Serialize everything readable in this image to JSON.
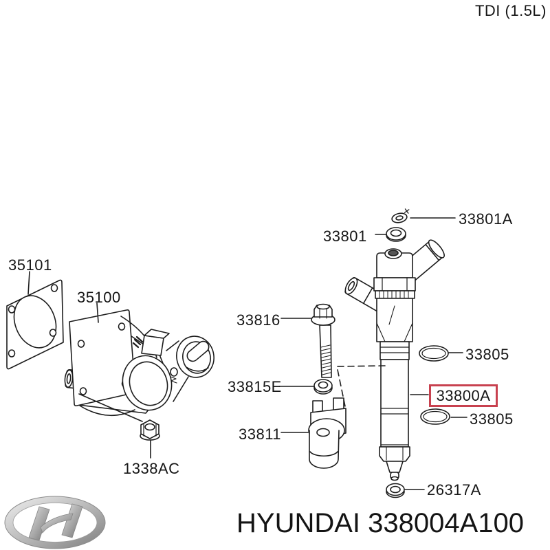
{
  "title": "TDI (1.5L)",
  "footer": {
    "logo": "hyundai-logo",
    "text": "HYUNDAI 338004A100"
  },
  "colors": {
    "highlight_box": "#c8414f",
    "line_art": "#1c1c1c",
    "background": "#ffffff"
  },
  "part_labels": {
    "p35101": "35101",
    "p35100": "35100",
    "p1338ac": "1338AC",
    "p33816": "33816",
    "p33815e": "33815E",
    "p33811": "33811",
    "p33801a": "33801A",
    "p33801": "33801",
    "p33805_upper": "33805",
    "p33800a": "33800A",
    "p33805_lower": "33805",
    "p26317a": "26317A"
  },
  "parts": [
    {
      "number": "35101",
      "name": "throttle-body-gasket"
    },
    {
      "number": "35100",
      "name": "throttle-body"
    },
    {
      "number": "1338AC",
      "name": "flange-nut"
    },
    {
      "number": "33816",
      "name": "clamp-bolt"
    },
    {
      "number": "33815E",
      "name": "clamp-washer"
    },
    {
      "number": "33811",
      "name": "injector-clamp-bracket"
    },
    {
      "number": "33801A",
      "name": "injector-retainer-clip"
    },
    {
      "number": "33801",
      "name": "injector-seal-ring"
    },
    {
      "number": "33805",
      "name": "o-ring-upper"
    },
    {
      "number": "33800A",
      "name": "fuel-injector-assembly",
      "highlighted": true
    },
    {
      "number": "33805",
      "name": "o-ring-lower"
    },
    {
      "number": "26317A",
      "name": "nozzle-seal-washer"
    }
  ]
}
